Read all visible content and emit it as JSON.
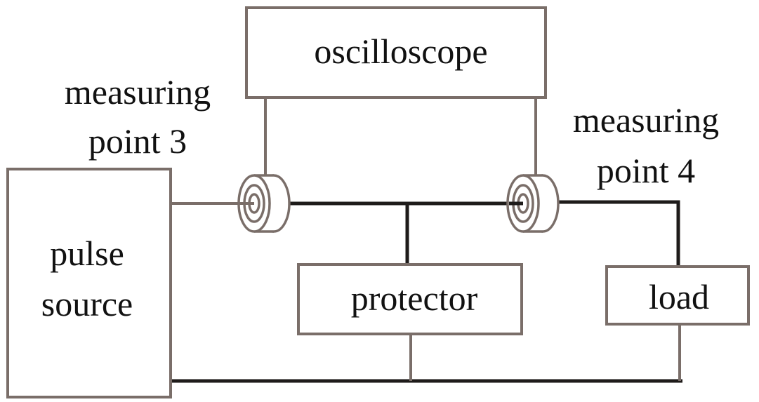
{
  "labels": {
    "oscilloscope": "oscilloscope",
    "measuring_point_3": {
      "line1": "measuring",
      "line2": "point 3"
    },
    "measuring_point_4": {
      "line1": "measuring",
      "line2": "point 4"
    },
    "pulse_source": {
      "line1": "pulse",
      "line2": "source"
    },
    "protector": "protector",
    "load": "load"
  },
  "colors": {
    "box_stroke": "#7a6e69",
    "main_wire": "#1e1b1a",
    "text": "#111111",
    "background": "#ffffff"
  }
}
